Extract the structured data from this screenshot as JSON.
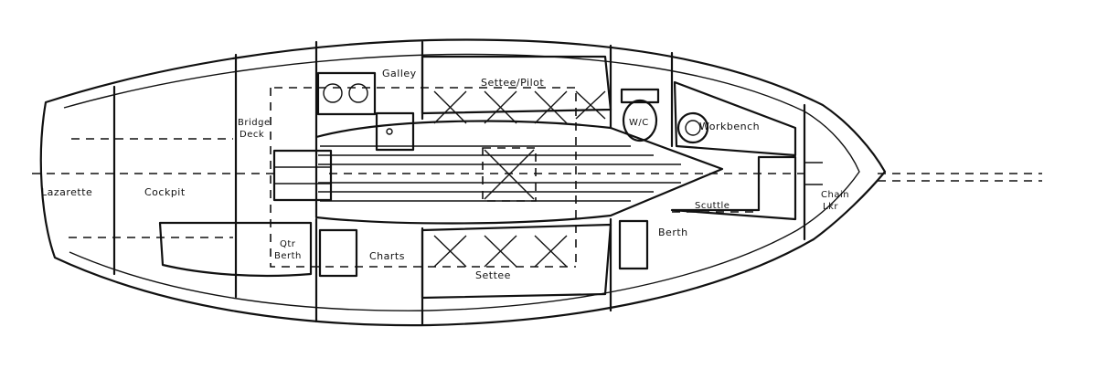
{
  "labels": {
    "galley": "Galley",
    "settee_pilot": "Settee/Pilot",
    "bridge_deck_1": "Bridge",
    "bridge_deck_2": "Deck",
    "wc": "W/C",
    "workbench": "Workbench",
    "lazarette": "Lazarette",
    "cockpit": "Cockpit",
    "chain_1": "Chain",
    "chain_2": "Lkr",
    "scuttle": "Scuttle",
    "qtr_1": "Qtr",
    "qtr_2": "Berth",
    "charts": "Charts",
    "berth": "Berth",
    "settee": "Settee"
  }
}
